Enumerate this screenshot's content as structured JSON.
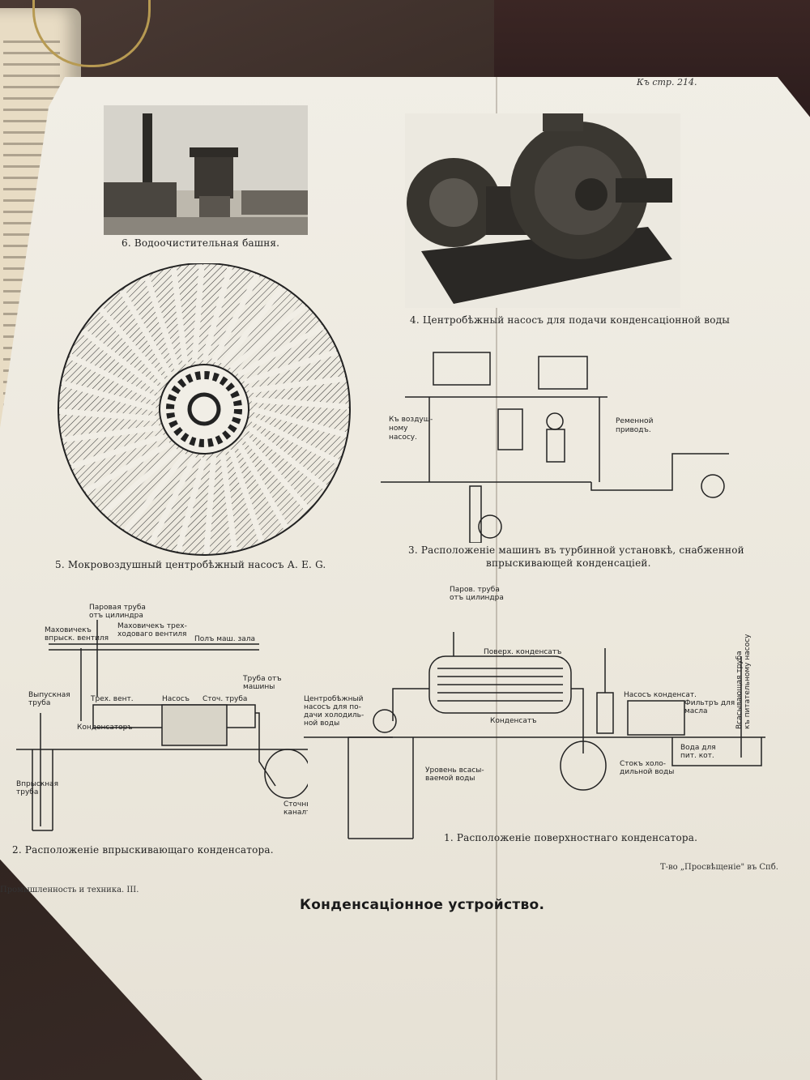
{
  "page_ref": "Къ стр. 214.",
  "fig6_caption": "6. Водоочистительная башня.",
  "fig4_caption": "4. Центробѣжный насосъ для подачи конденсаціонной воды",
  "fig5_caption": "5. Мокровоздушный центробѣжный насосъ А. E. G.",
  "fig3_caption_line1": "3. Расположеніе машинъ въ турбинной установкѣ, снабженной",
  "fig3_caption_line2": "впрыскивающей конденсаціей.",
  "fig3_labels": {
    "to_air_pump": "Къ воздуш-\nному\nнасосу.",
    "belt_drive": "Ременной\nприводъ."
  },
  "fig2_caption": "2. Расположеніе впрыскивающаго конденсатора.",
  "fig2_labels": {
    "valve_inj": "Маховичекъ\nвпрыск. вентиля",
    "steam_pipe": "Паровая труба\nотъ цилиндра",
    "valve_3way": "Маховичекъ трех-\nходоваго вентиля",
    "floor": "Полъ маш. зала",
    "exhaust": "Выпускная\nтруба",
    "three_way": "Трех. вент.",
    "pump": "Насосъ",
    "drain_pipe": "Сточ. труба",
    "from_machine": "Труба отъ\nмашины",
    "condenser": "Конденсаторъ",
    "inlet": "Впрыскная\nтруба",
    "drain_channel": "Сточный\nканалъ"
  },
  "fig1_caption": "1. Расположеніе поверхностнаго конденсатора.",
  "fig1_labels": {
    "steam_pipe": "Паров. труба\nотъ цилиндра",
    "surface_cond": "Поверх. конденсатъ",
    "centrif_pump": "Центробѣжный\nнасосъ для по-\nдачи холодиль-\nной воды",
    "condensate": "Конденсатъ",
    "cond_pump": "Насосъ конденсат.",
    "oil_filter": "Фильтръ для\nмасла",
    "suction_pipe": "Всасывающая труба\nкъ питательному насосу",
    "feed_water": "Вода для\nпит. кот.",
    "drain": "Стокъ холо-\nдильной воды",
    "level": "Уровень всасы-\nваемой воды"
  },
  "publisher": "Т-во „Просвѣщеніе\" въ Спб.",
  "series": "Промышленность и техника. III.",
  "plate_title": "Конденсаціонное устройство."
}
